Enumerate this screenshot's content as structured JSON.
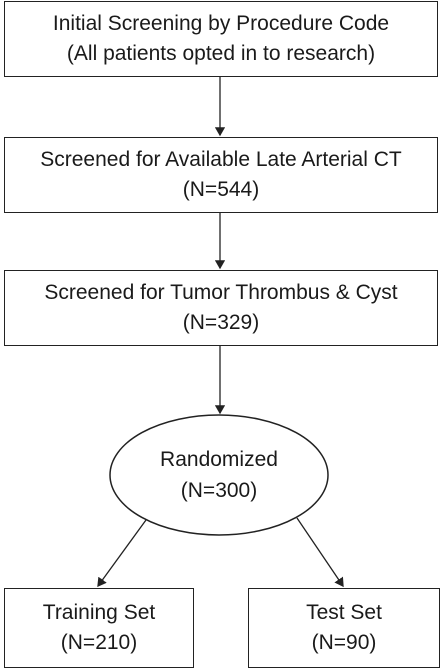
{
  "flowchart": {
    "initial_screening": {
      "line1": "Initial Screening by Procedure Code",
      "line2": "(All patients opted in to research)"
    },
    "screened_late_arterial": {
      "line1": "Screened for Available Late Arterial CT",
      "line2": "(N=544)"
    },
    "screened_thrombus_cyst": {
      "line1": "Screened for Tumor Thrombus & Cyst",
      "line2": "(N=329)"
    },
    "randomized": {
      "line1": "Randomized",
      "line2": "(N=300)"
    },
    "training_set": {
      "line1": "Training Set",
      "line2": "(N=210)"
    },
    "test_set": {
      "line1": "Test Set",
      "line2": "(N=90)"
    }
  }
}
